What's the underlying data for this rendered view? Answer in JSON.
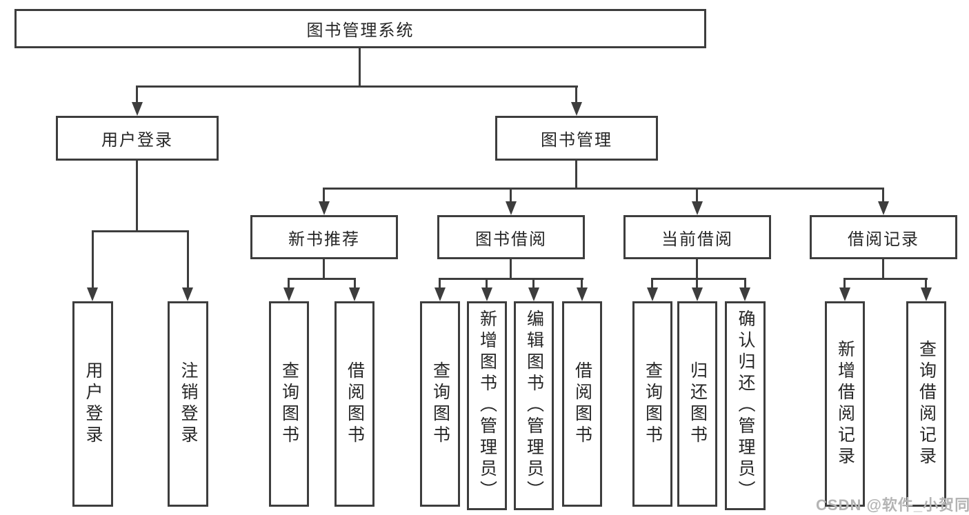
{
  "diagram": {
    "root": "图书管理系统",
    "level2": [
      "用户登录",
      "图书管理"
    ],
    "level3": [
      "新书推荐",
      "图书借阅",
      "当前借阅",
      "借阅记录"
    ],
    "leaves": {
      "user": [
        "用户登录",
        "注销登录"
      ],
      "recommend": [
        "查询图书",
        "借阅图书"
      ],
      "borrow": [
        "查询图书",
        "新增图书（管理员）",
        "编辑图书（管理员）",
        "借阅图书"
      ],
      "current": [
        "查询图书",
        "归还图书",
        "确认归还（管理员）"
      ],
      "records": [
        "新增借阅记录",
        "查询借阅记录"
      ]
    }
  },
  "watermark": "CSDN @软件_小贺同学",
  "colors": {
    "line": "#3d3d3d",
    "text": "#262626",
    "watermark": "#b4b4b4",
    "background": "#ffffff"
  }
}
